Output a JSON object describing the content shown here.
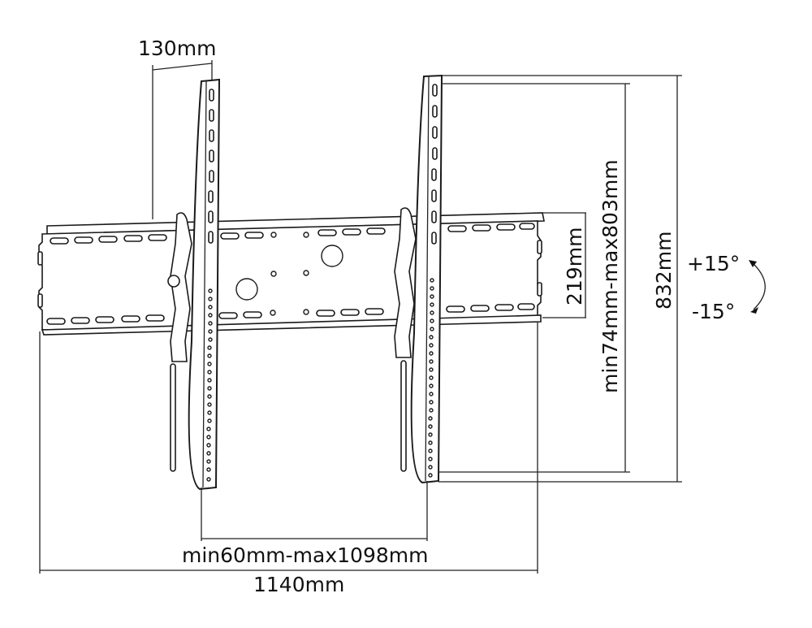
{
  "diagram": {
    "subject": "Tilting TV wall mount technical drawing",
    "colors": {
      "line": "#1a1a1a",
      "background": "#ffffff"
    },
    "dimensions": {
      "depth": "130mm",
      "vertical_rail_spacing": "219mm",
      "vertical_adjust_range": "min74mm-max803mm",
      "bracket_height": "832mm",
      "horizontal_range": "min60mm-max1098mm",
      "total_width": "1140mm"
    },
    "tilt": {
      "up": "+15°",
      "down": "-15°"
    }
  }
}
